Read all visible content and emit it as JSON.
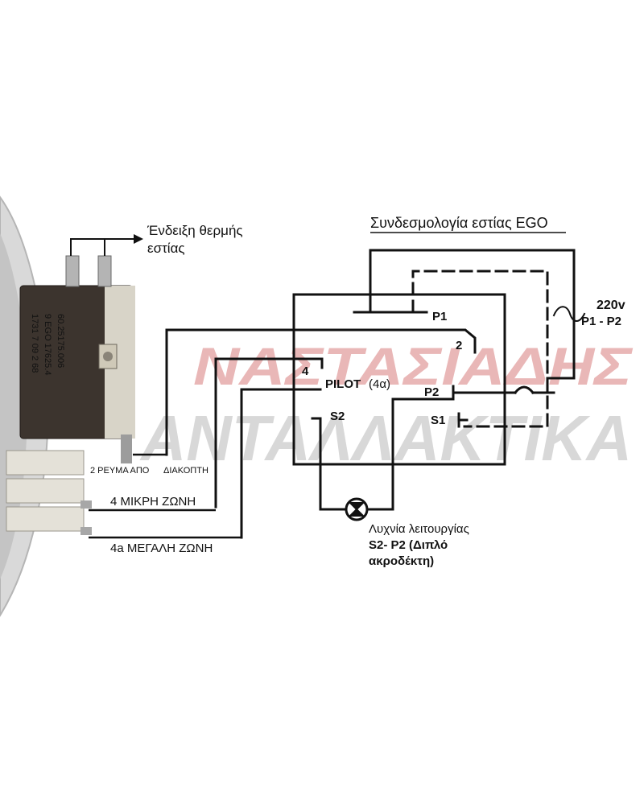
{
  "title": "Συνδεσμολογία εστίας EGO",
  "callout": {
    "line1": "Ένδειξη θερμής",
    "line2": "εστίας"
  },
  "device_markings": [
    "60.25175.006",
    "9 EGO 17625.4",
    "1731 7 09 2 68"
  ],
  "left_labels": {
    "power_a": "2 ΡΕΥΜΑ ΑΠΟ",
    "power_b": "ΔΙΑΚΟΠΤΗ",
    "small_zone": "4 ΜΙΚΡΗ ΖΩΝΗ",
    "large_zone": "4a ΜΕΓΑΛΗ ΖΩΝΗ"
  },
  "terminals": {
    "p1": "P1",
    "t2": "2",
    "t4": "4",
    "pilot_bold": "PILOT",
    "pilot_suffix": "(4α)",
    "p2": "P2",
    "s2": "S2",
    "s1": "S1"
  },
  "supply": {
    "voltage": "220v",
    "pair": "P1 - P2"
  },
  "lamp": {
    "line1": "Λυχνία λειτουργίας",
    "line2": "S2- P2 (Διπλό",
    "line3": "ακροδέκτη)"
  },
  "watermark": {
    "line1": "ΝΑΣΤΑΣΙΑΔΗΣ",
    "line2": "ΑΝΤΑΛΛΑΚΤΙΚΑ"
  },
  "colors": {
    "wire": "#111111",
    "watermark_red": "#e8b4b4",
    "watermark_grey": "#d6d6d6",
    "housing": "#3c342e"
  }
}
